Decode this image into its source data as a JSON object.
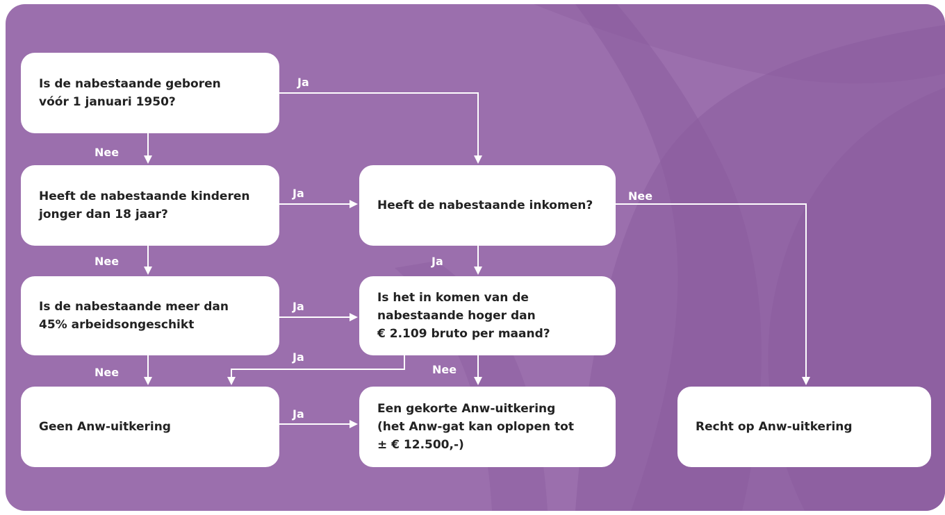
{
  "boxes": {
    "q_born": {
      "line1": "Is de nabestaande geboren",
      "line2": "vóór 1 januari 1950?"
    },
    "q_children": {
      "line1": "Heeft de nabestaande kinderen",
      "line2": "jonger dan 18 jaar?"
    },
    "q_disabled": {
      "line1": "Is de nabestaande meer dan",
      "line2": "45% arbeidsongeschikt"
    },
    "r_none": {
      "line1": "Geen Anw-uitkering"
    },
    "q_income": {
      "line1": "Heeft de nabestaande inkomen?"
    },
    "q_higher": {
      "line1": "Is het in komen van de",
      "line2": "nabestaande hoger dan",
      "line3": "€ 2.109 bruto per maand?"
    },
    "r_reduced": {
      "line1": "Een gekorte Anw-uitkering",
      "line2": "(het Anw-gat kan oplopen tot",
      "line3": "± € 12.500,-)"
    },
    "r_full": {
      "line1": "Recht op Anw-uitkering"
    }
  },
  "labels": {
    "ja": "Ja",
    "nee": "Nee"
  },
  "colors": {
    "panel": "#9b6fad",
    "watermark": "#8a5c9e",
    "box": "#ffffff",
    "text": "#222222",
    "line": "#ffffff"
  }
}
